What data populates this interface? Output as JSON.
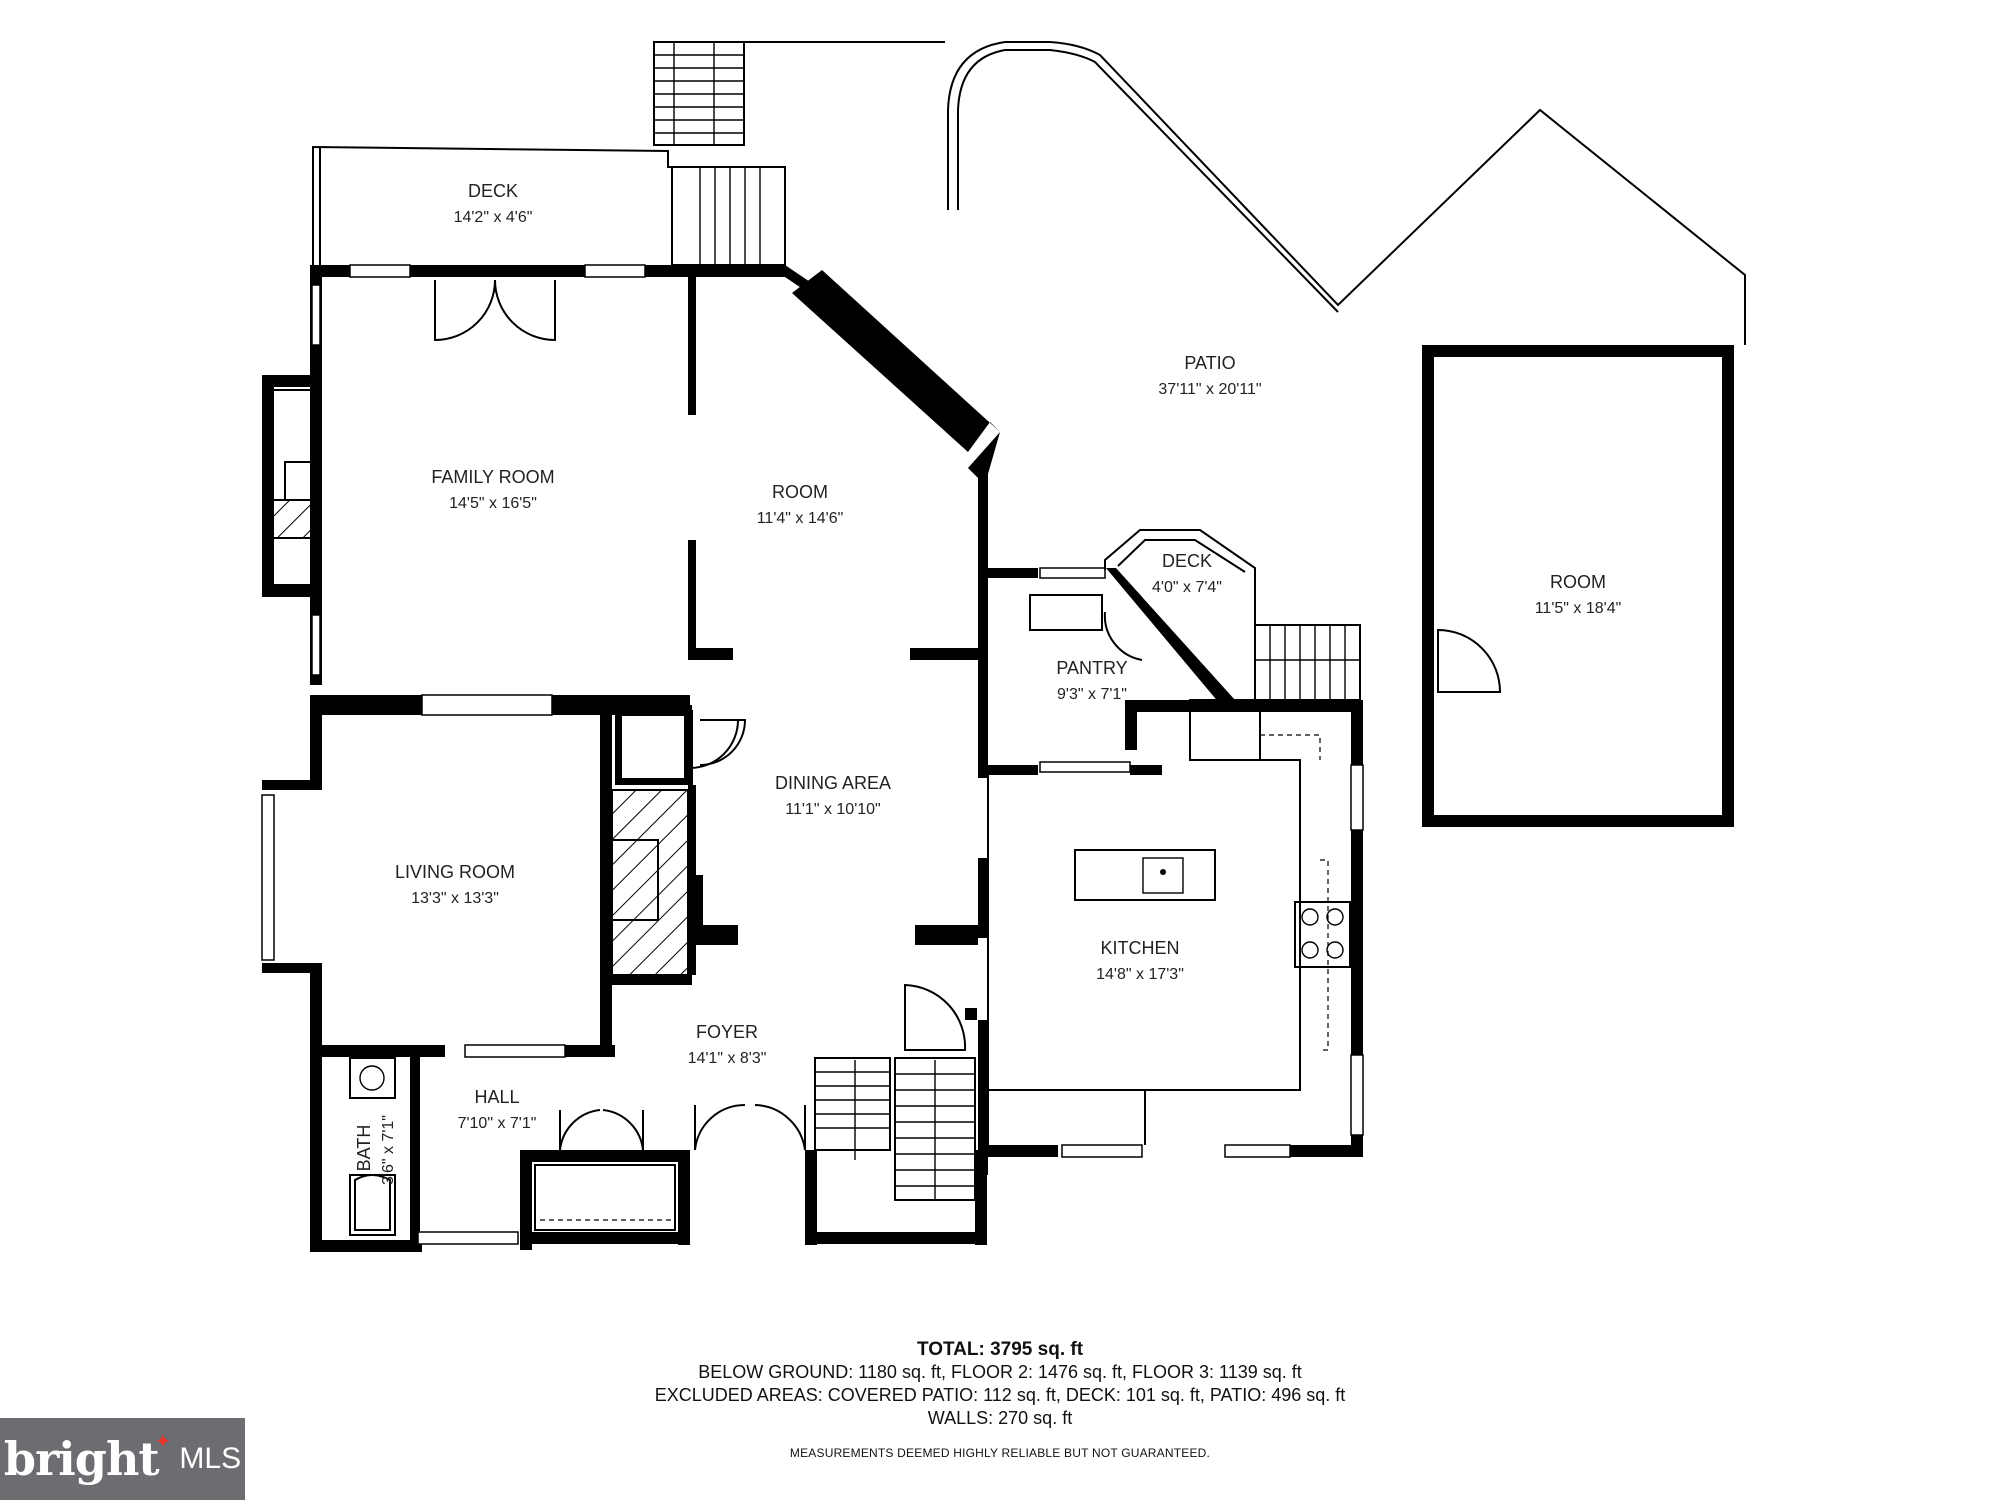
{
  "rooms": {
    "deck_top": {
      "name": "DECK",
      "dims": "14'2\" x 4'6\""
    },
    "patio": {
      "name": "PATIO",
      "dims": "37'11\" x 20'11\""
    },
    "family_room": {
      "name": "FAMILY ROOM",
      "dims": "14'5\" x 16'5\""
    },
    "room_middle": {
      "name": "ROOM",
      "dims": "11'4\" x 14'6\""
    },
    "room_right": {
      "name": "ROOM",
      "dims": "11'5\" x 18'4\""
    },
    "deck_small": {
      "name": "DECK",
      "dims": "4'0\" x 7'4\""
    },
    "pantry": {
      "name": "PANTRY",
      "dims": "9'3\" x 7'1\""
    },
    "dining_area": {
      "name": "DINING AREA",
      "dims": "11'1\" x 10'10\""
    },
    "living_room": {
      "name": "LIVING ROOM",
      "dims": "13'3\" x 13'3\""
    },
    "kitchen": {
      "name": "KITCHEN",
      "dims": "14'8\" x 17'3\""
    },
    "foyer": {
      "name": "FOYER",
      "dims": "14'1\" x 8'3\""
    },
    "hall": {
      "name": "HALL",
      "dims": "7'10\" x 7'1\""
    },
    "bath": {
      "name": "BATH",
      "dims": "3'6\" x 7'1\""
    }
  },
  "summary": {
    "total": "TOTAL: 3795 sq. ft",
    "below": "BELOW GROUND: 1180 sq. ft, FLOOR 2: 1476 sq. ft, FLOOR 3: 1139 sq. ft",
    "excluded": "EXCLUDED AREAS: COVERED PATIO: 112 sq. ft, DECK: 101 sq. ft, PATIO: 496 sq. ft",
    "walls": "WALLS: 270 sq. ft",
    "disclaimer": "MEASUREMENTS DEEMED HIGHLY RELIABLE BUT NOT GUARANTEED."
  },
  "logo": {
    "brand": "bright",
    "suffix": "MLS",
    "accent_color": "#e8342a",
    "background": "#6b6d70"
  }
}
